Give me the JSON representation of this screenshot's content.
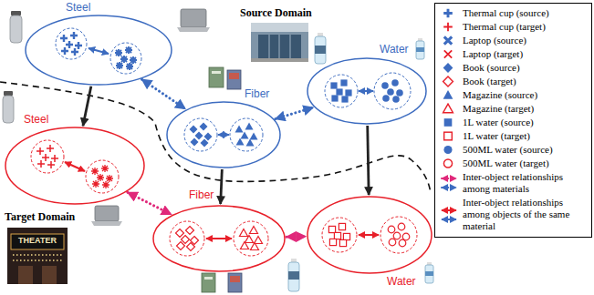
{
  "diagram": {
    "nodes": [
      {
        "text": [
          "Steel"
        ]
      },
      {
        "text": [
          "Fiber"
        ]
      },
      {
        "text": [
          "Water"
        ]
      },
      {
        "text": [
          "Steel"
        ]
      },
      {
        "text": [
          "Fiber"
        ]
      },
      {
        "text": [
          "Water"
        ]
      }
    ],
    "edges": [
      {
        "from": 0,
        "to": 1,
        "arrow": "both"
      },
      {
        "from": 1,
        "to": 2,
        "arrow": "both"
      },
      {
        "from": 3,
        "to": 4,
        "arrow": "both"
      },
      {
        "from": 4,
        "to": 5,
        "arrow": "both"
      },
      {
        "from": 0,
        "to": 3,
        "arrow": "to"
      },
      {
        "from": 1,
        "to": 4,
        "arrow": "to"
      },
      {
        "from": 2,
        "to": 5,
        "arrow": "to"
      }
    ],
    "labels": [
      "Source Domain",
      "Target Domain",
      "THEATER"
    ],
    "legend": [
      {
        "text": "Thermal cup (source)"
      },
      {
        "text": "Thermal cup (target)"
      },
      {
        "text": "Laptop (source)"
      },
      {
        "text": "Laptop (target)"
      },
      {
        "text": "Book (source)"
      },
      {
        "text": "Book (target)"
      },
      {
        "text": "Magazine (source)"
      },
      {
        "text": "Magazine (target)"
      },
      {
        "text": "1L water (source)"
      },
      {
        "text": "1L water (target)"
      },
      {
        "text": "500ML water (source)"
      },
      {
        "text": "500ML water (target)"
      },
      {
        "text": "Inter-object relationships among materials"
      },
      {
        "text": "Inter-object relationships among objects of the same material"
      }
    ]
  }
}
